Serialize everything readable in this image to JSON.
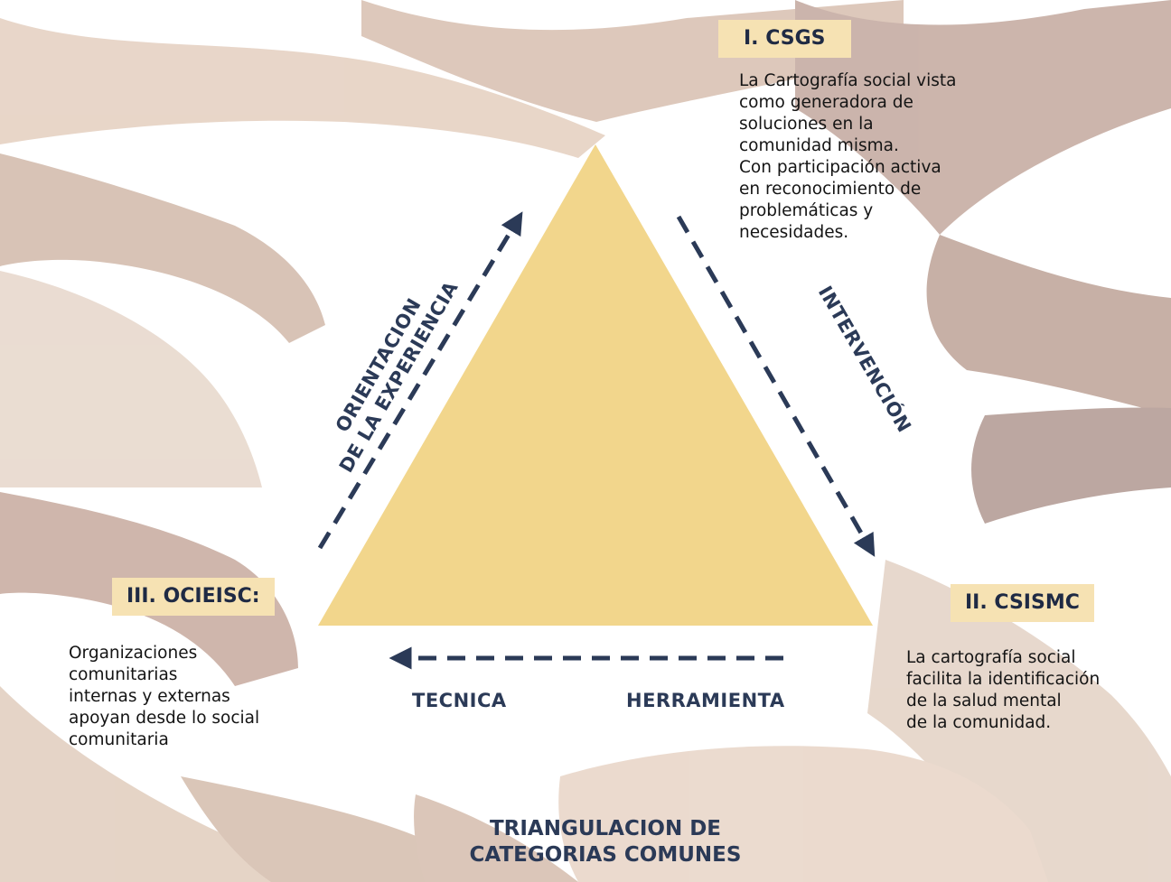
{
  "vertices": {
    "top": {
      "tag": "I. CSGS",
      "description": "La Cartografía social vista\ncomo generadora de\nsoluciones en la\ncomunidad misma.\nCon participación activa\nen reconocimiento de\nproblemáticas y\nnecesidades."
    },
    "right": {
      "tag": "II. CSISMC",
      "description": "La cartografía social\nfacilita la identificación\nde la salud mental\nde la comunidad."
    },
    "left": {
      "tag": "III. OCIEISC:",
      "description": "Organizaciones\ncomunitarias\ninternas y externas\napoyan desde lo social\ncomunitaria"
    }
  },
  "edges": {
    "left_side": "ORIENTACION\nDE LA EXPERIENCIA",
    "right_side": "INTERVENCIÓN",
    "bottom_left": "TECNICA",
    "bottom_right": "HERRAMIENTA"
  },
  "footer_title": "TRIANGULACION DE\nCATEGORIAS COMUNES",
  "colors": {
    "triangle": "#f1d487",
    "arrow": "#2b3a57",
    "tag_background": "#f6e2b3",
    "hands_light": "#ecdcd0",
    "hands_dark": "#b9a39c"
  }
}
